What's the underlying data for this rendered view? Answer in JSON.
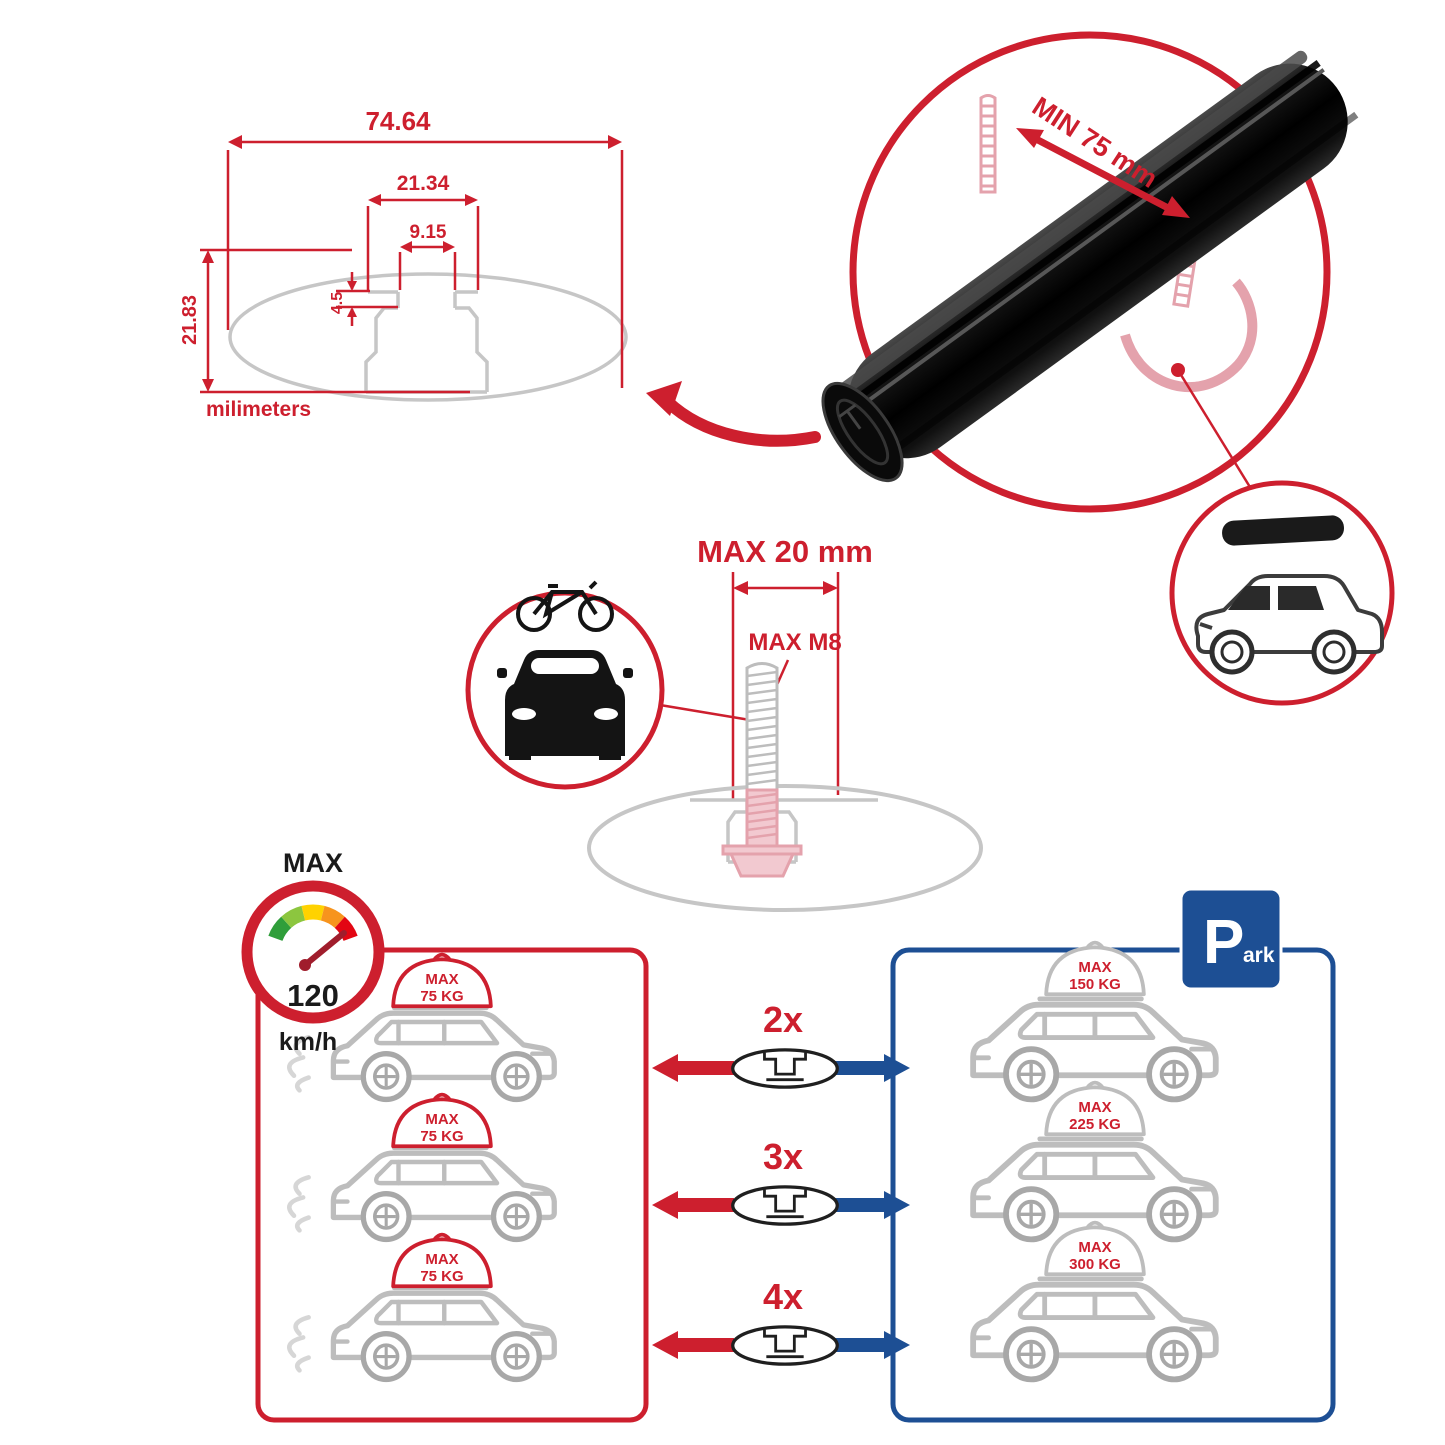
{
  "colors": {
    "red": "#cd1f2e",
    "blue": "#1d4f94",
    "gray": "#c6c6c6",
    "pink": "#e4a2ac",
    "pink_fill": "#f2c9d0",
    "car_line": "#bdbdbd",
    "gauge_green": "#2f9e3a",
    "gauge_lime": "#8cc63f",
    "gauge_yellow": "#ffd200",
    "gauge_orange": "#f7941d",
    "gauge_red": "#e30613"
  },
  "dimensions": {
    "total_width": "74.64",
    "channel_width": "21.34",
    "slot_width": "9.15",
    "lip_height": "4.5",
    "total_height": "21.83",
    "units": "milimeters"
  },
  "clamp": {
    "min": "MIN 75 mm"
  },
  "bolt": {
    "max_length": "MAX 20 mm",
    "max_thread": "MAX M8"
  },
  "speed": {
    "title": "MAX",
    "value": "120",
    "unit": "km/h"
  },
  "compat": {
    "multipliers": [
      "2x",
      "3x",
      "4x"
    ],
    "left_rows": [
      {
        "line1": "MAX",
        "line2": "75 KG"
      },
      {
        "line1": "MAX",
        "line2": "75 KG"
      },
      {
        "line1": "MAX",
        "line2": "75 KG"
      }
    ],
    "right_rows": [
      {
        "line1": "MAX",
        "line2": "150 KG"
      },
      {
        "line1": "MAX",
        "line2": "225 KG"
      },
      {
        "line1": "MAX",
        "line2": "300 KG"
      }
    ],
    "park": {
      "big": "P",
      "small": "ark"
    }
  }
}
